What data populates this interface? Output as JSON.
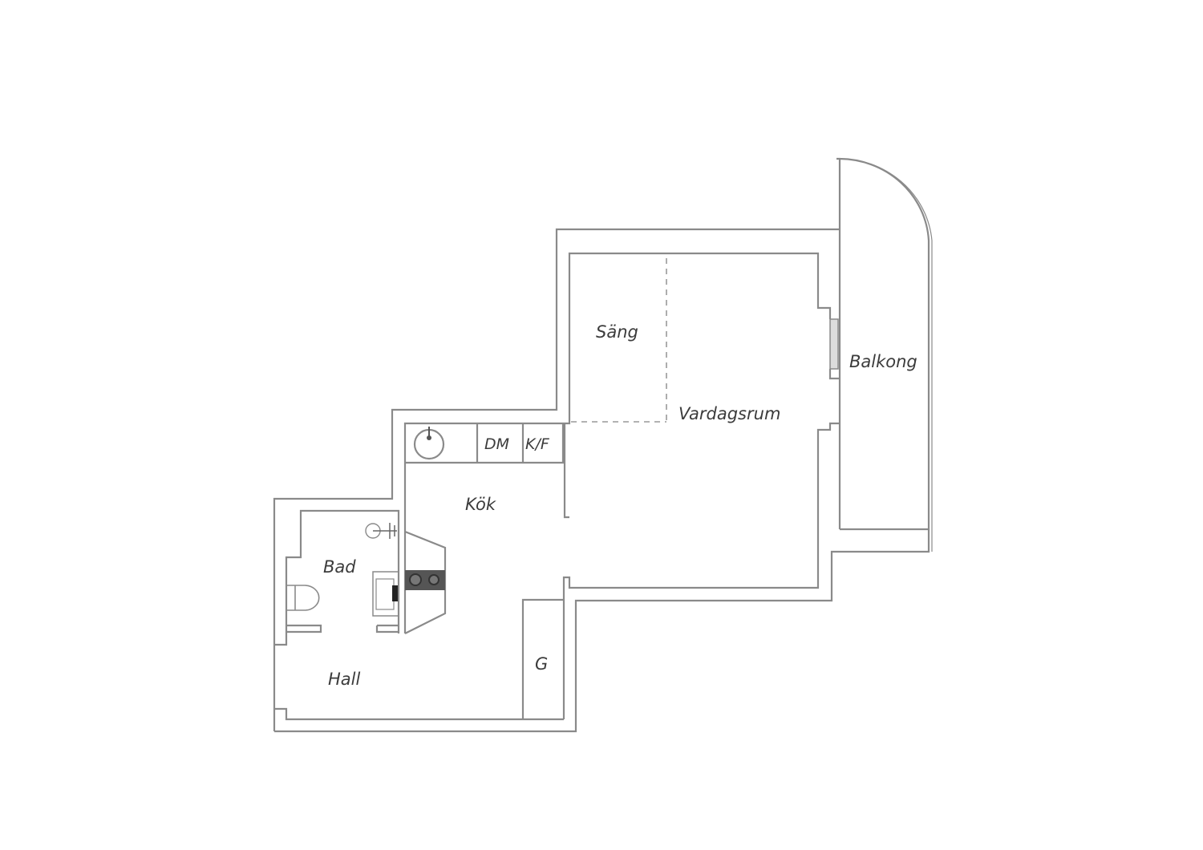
{
  "rooms": {
    "bed": "Säng",
    "living": "Vardagsrum",
    "balcony": "Balkong",
    "kitchen": "Kök",
    "dishwasher": "DM",
    "fridge": "K/F",
    "bath": "Bad",
    "hall": "Hall",
    "wardrobe": "G"
  },
  "colors": {
    "wall": "#8a8a8a",
    "text": "#3c3c3c",
    "stove": "#555555"
  }
}
